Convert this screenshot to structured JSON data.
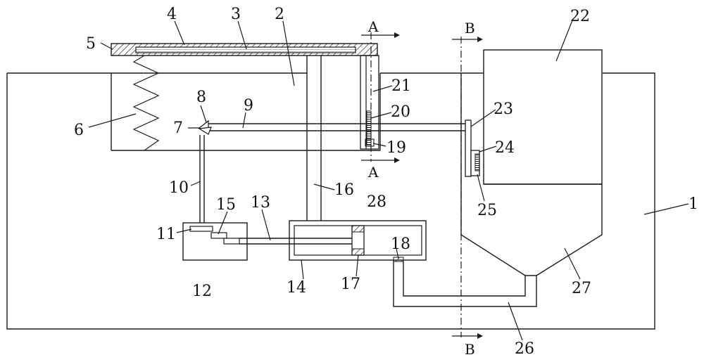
{
  "labels": {
    "n1": "1",
    "n2": "2",
    "n3": "3",
    "n4": "4",
    "n5": "5",
    "n6": "6",
    "n7": "7",
    "n8": "8",
    "n9": "9",
    "n10": "10",
    "n11": "11",
    "n12": "12",
    "n13": "13",
    "n14": "14",
    "n15": "15",
    "n16": "16",
    "n17": "17",
    "n18": "18",
    "n19": "19",
    "n20": "20",
    "n21": "21",
    "n22": "22",
    "n23": "23",
    "n24": "24",
    "n25": "25",
    "n26": "26",
    "n27": "27",
    "n28": "28"
  },
  "sections": {
    "a_top": "A",
    "a_bottom": "A",
    "b_top": "B",
    "b_bottom": "B"
  }
}
